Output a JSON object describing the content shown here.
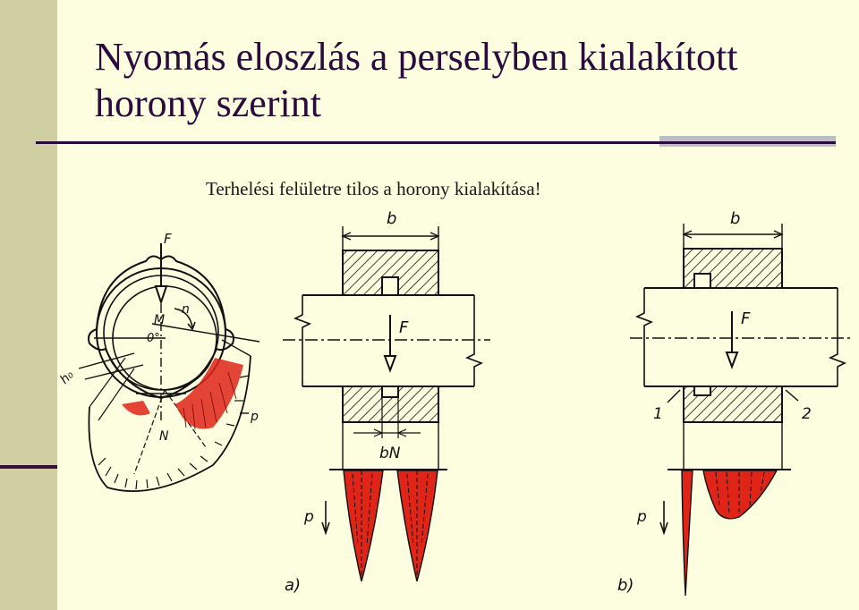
{
  "slide": {
    "title": "Nyomás eloszlás a perselyben kialakított horony szerint",
    "subtitle": "Terhelési felületre tilos a horony kialakítása!"
  },
  "colors": {
    "background": "#fdfde0",
    "side_bar": "#cfcfa2",
    "title_text": "#2b0a3d",
    "pressure_fill": "#e02418",
    "line_drawing": "#111111"
  },
  "diagram_labels": {
    "left": {
      "force": "F",
      "center": "M",
      "angle": "0°",
      "rotation": "n",
      "gap": "h₀",
      "normal": "N",
      "pressure": "p"
    },
    "a": {
      "width": "b",
      "force": "F",
      "groove_width": "bN",
      "pressure": "p",
      "caption": "a)"
    },
    "b": {
      "width": "b",
      "force": "F",
      "marker1": "1",
      "marker2": "2",
      "pressure": "p",
      "caption": "b)"
    }
  }
}
